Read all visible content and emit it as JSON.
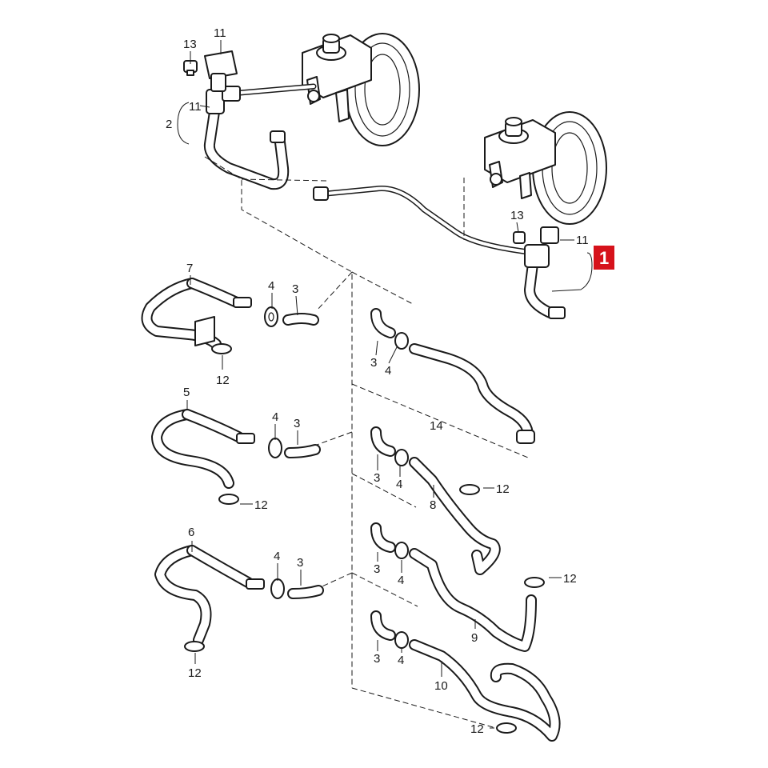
{
  "callouts": {
    "c13a": "13",
    "c11a": "11",
    "c11b": "11",
    "c2": "2",
    "c13b": "13",
    "c11c": "11",
    "c1": "1",
    "c7": "7",
    "c4a": "4",
    "c3a": "3",
    "c12a": "12",
    "c3b": "3",
    "c4b": "4",
    "c14": "14",
    "c5": "5",
    "c4c": "4",
    "c3c": "3",
    "c12b": "12",
    "c3d": "3",
    "c4d": "4",
    "c12c": "12",
    "c8": "8",
    "c6": "6",
    "c4e": "4",
    "c3e": "3",
    "c12d": "12",
    "c3f": "3",
    "c4f": "4",
    "c12e": "12",
    "c9": "9",
    "c3g": "3",
    "c4g": "4",
    "c10": "10",
    "c12f": "12"
  },
  "colors": {
    "line": "#1a1a1a",
    "badge": "#d6121b",
    "background": "#ffffff"
  }
}
